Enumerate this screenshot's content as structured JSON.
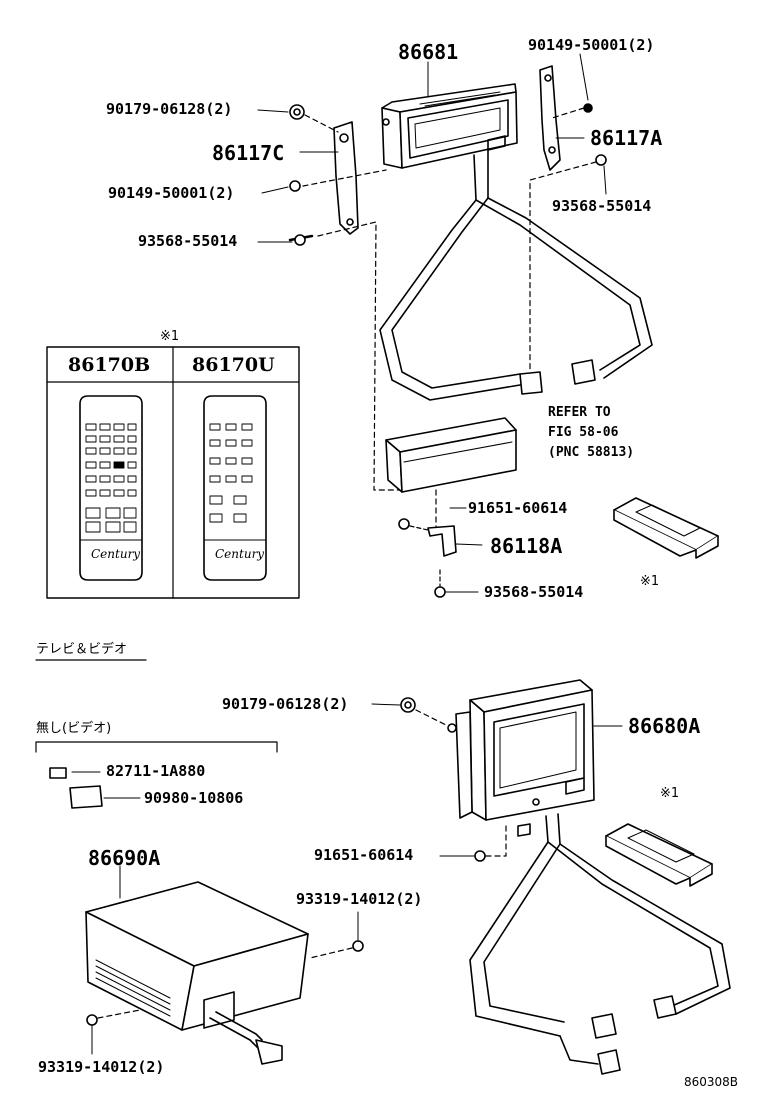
{
  "parts": {
    "p86681": "86681",
    "p90149_top": "90149-50001(2)",
    "p90179_top": "90179-06128(2)",
    "p86117C": "86117C",
    "p86117A": "86117A",
    "p90149_left": "90149-50001(2)",
    "p93568_right": "93568-55014",
    "p93568_left": "93568-55014",
    "p91651_top": "91651-60614",
    "p86118A": "86118A",
    "p93568_bottom": "93568-55014",
    "p90179_bottom": "90179-06128(2)",
    "p86680A": "86680A",
    "p82711": "82711-1A880",
    "p90980": "90980-10806",
    "p91651_bottom": "91651-60614",
    "p86690A": "86690A",
    "p93319_right": "93319-14012(2)",
    "p93319_left": "93319-14012(2)"
  },
  "refer": {
    "line1": "REFER TO",
    "line2": "FIG 58-06",
    "line3": "(PNC 58813)"
  },
  "remote_table": {
    "marker": "※1",
    "col1": "86170B",
    "col2": "86170U",
    "logo": "Century"
  },
  "markers": {
    "remote_top": "※1",
    "remote_bottom": "※1"
  },
  "sections": {
    "tv_video": "テレビ＆ビデオ",
    "no_video": "無し(ビデオ)"
  },
  "figure_code": "860308B"
}
